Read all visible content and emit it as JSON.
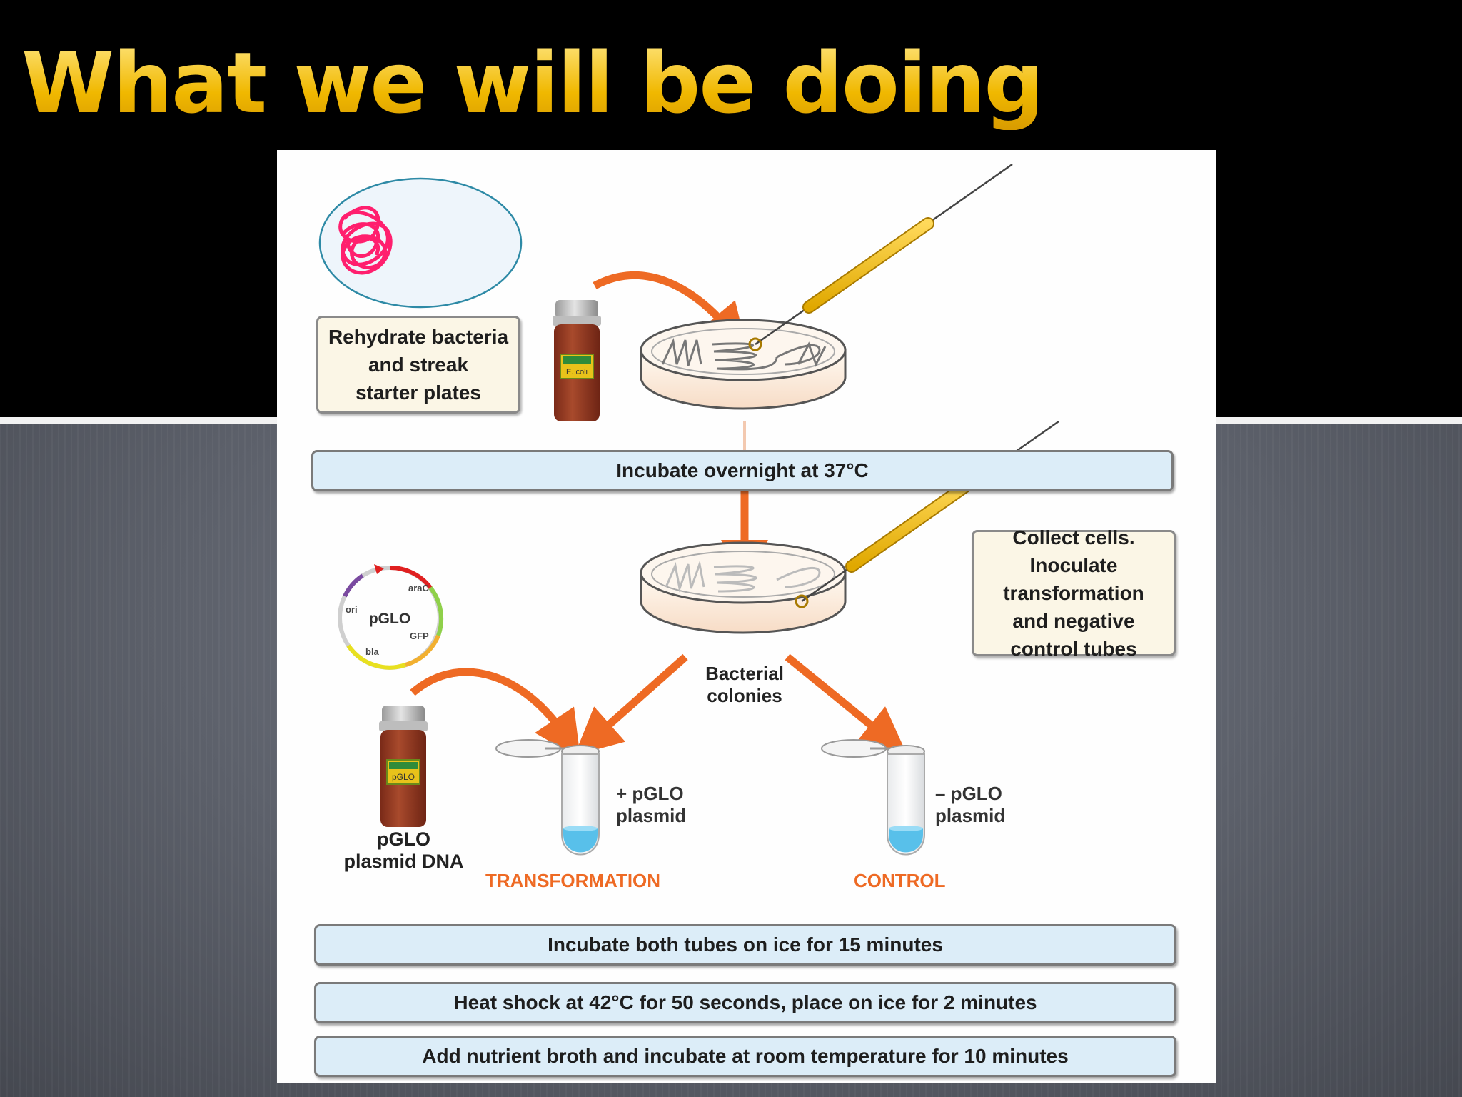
{
  "slide": {
    "title": "What we will be doing",
    "colors": {
      "title": "#f2c21c",
      "top_band": "#000000",
      "bottom_band": "#5c606a",
      "arrows": "#ee6a24",
      "step_box": "#dcedf8",
      "note_box": "#fbf6e6"
    }
  },
  "diagram": {
    "note_rehydrate": [
      "Rehydrate bacteria",
      "and streak",
      "starter plates"
    ],
    "vial_ecoli_label": "E. coli",
    "vial_pglo_label": "pGLO",
    "step_incubate_overnight": "Incubate overnight at 37°C",
    "note_collect": [
      "Collect cells.",
      "Inoculate",
      "transformation",
      "and negative",
      "control tubes"
    ],
    "colonies_label": [
      "Bacterial",
      "colonies"
    ],
    "plasmid_map": {
      "name": "pGLO",
      "genes": [
        "araC",
        "ori",
        "GFP",
        "bla"
      ]
    },
    "pglo_dna_label": [
      "pGLO",
      "plasmid DNA"
    ],
    "plus_plasmid": [
      "+ pGLO",
      "plasmid"
    ],
    "minus_plasmid": [
      "– pGLO",
      "plasmid"
    ],
    "transformation_label": "TRANSFORMATION",
    "control_label": "CONTROL",
    "step_ice": "Incubate both tubes on ice for 15 minutes",
    "step_heat_shock": "Heat shock at 42°C for 50 seconds, place on ice for 2 minutes",
    "step_broth": "Add nutrient broth and incubate at room temperature for 10 minutes"
  },
  "annotation": {
    "color": "#ff1f6e",
    "shape": "scribble",
    "background": "#eef5fb"
  }
}
